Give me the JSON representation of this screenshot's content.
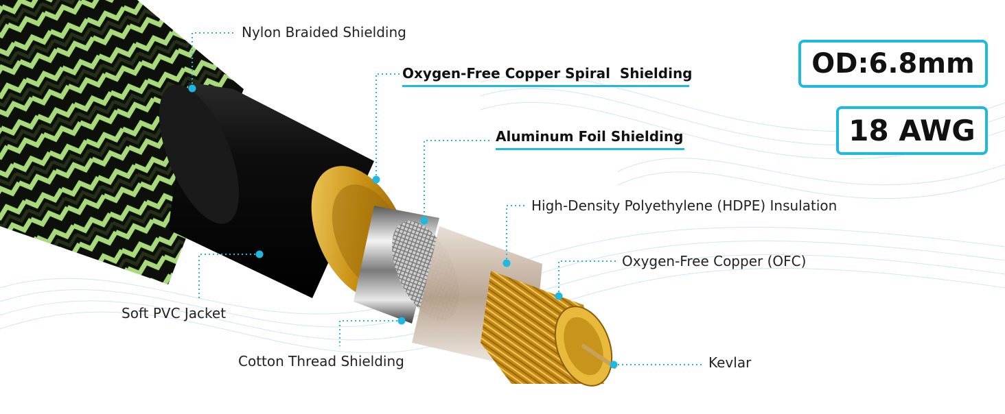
{
  "labels": {
    "nylon": "Nylon Braided Shielding",
    "copper_spiral": "Oxygen-Free Copper Spiral  Shielding",
    "aluminum": "Aluminum Foil Shielding",
    "hdpe": "High-Density Polyethylene (HDPE) Insulation",
    "ofc": "Oxygen-Free Copper (OFC)",
    "pvc": "Soft PVC Jacket",
    "cotton": "Cotton Thread Shielding",
    "kevlar": "Kevlar"
  },
  "specs": {
    "od": "OD:6.8mm",
    "awg": "18 AWG"
  },
  "colors": {
    "accent": "#1fb8e0",
    "braid_green": "#a8d97a",
    "copper": "#d9a520",
    "jacket": "#111111"
  }
}
